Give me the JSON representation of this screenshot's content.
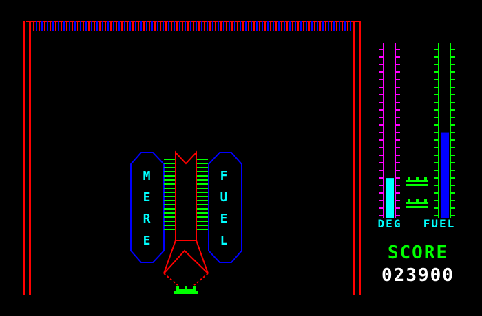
{
  "colors": {
    "background": "#000000",
    "wall": "#ff0000",
    "border_blue": "#0000ff",
    "green": "#00ff00",
    "cyan": "#00ffff",
    "magenta": "#ff00ff",
    "white": "#ffffff",
    "fuel_fill": "#0000ff"
  },
  "tanks": {
    "left_label": "MERE",
    "right_label": "FUEL"
  },
  "gauges": {
    "deg": {
      "label": "DEG",
      "level": 0.23
    },
    "fuel": {
      "label": "FUEL",
      "level": 0.49
    }
  },
  "score": {
    "label": "SCORE",
    "value": "023900"
  },
  "icons": {
    "player": "player-ship-icon",
    "indicator": "indicator-ship-icon"
  }
}
